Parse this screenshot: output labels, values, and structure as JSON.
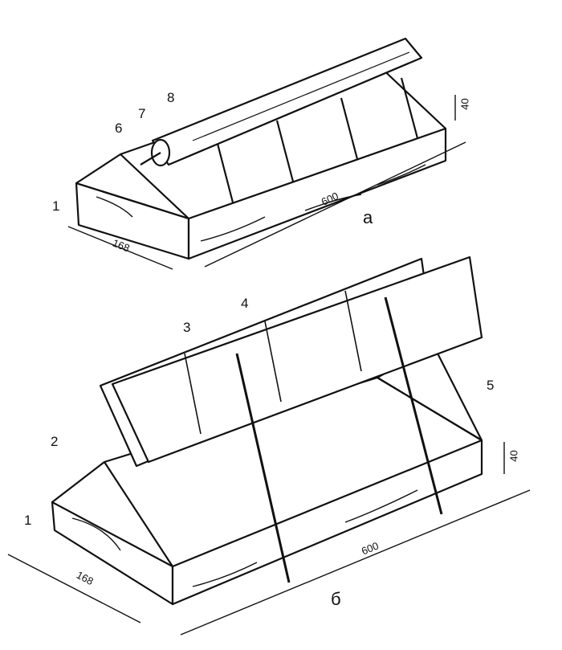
{
  "figure_a": {
    "caption": "а",
    "labels": {
      "box_end": "1",
      "glass": "6",
      "roller_axle": "7",
      "roll": "8"
    },
    "dimensions": {
      "height": "40",
      "length": "600",
      "width": "168"
    }
  },
  "figure_b": {
    "caption": "б",
    "labels": {
      "box_end": "1",
      "frames": "2",
      "prop": "3",
      "hinge": "4",
      "end_glass": "5"
    },
    "dimensions": {
      "height": "40",
      "length": "600",
      "width": "168"
    }
  }
}
